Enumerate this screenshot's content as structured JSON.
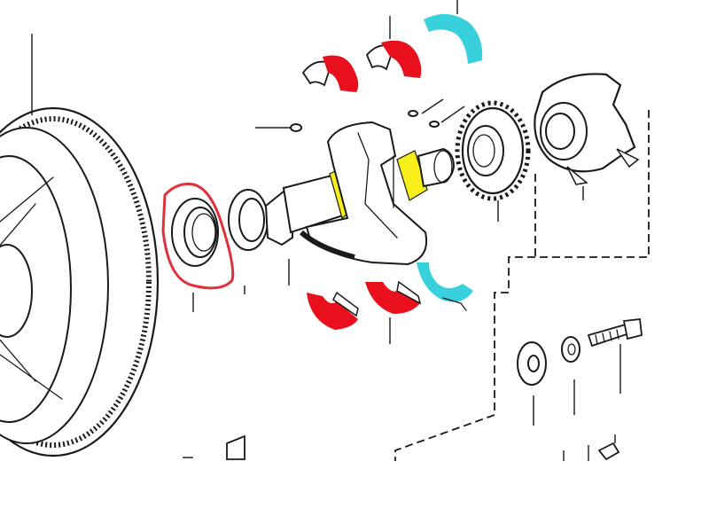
{
  "diagram": {
    "highlight_colors": {
      "seal_circle": "#e0303a",
      "main_bearing_red": "#e8101c",
      "thrust_bearing_cyan": "#38d0dc",
      "journal_yellow": "#f8ee1a"
    },
    "parts": [
      "flywheel",
      "rear-main-seal",
      "seal-carrier",
      "crankshaft",
      "main-bearing-shell",
      "thrust-bearing-shell",
      "timing-gear",
      "vibration-damper-hub",
      "washer",
      "bolt"
    ]
  }
}
